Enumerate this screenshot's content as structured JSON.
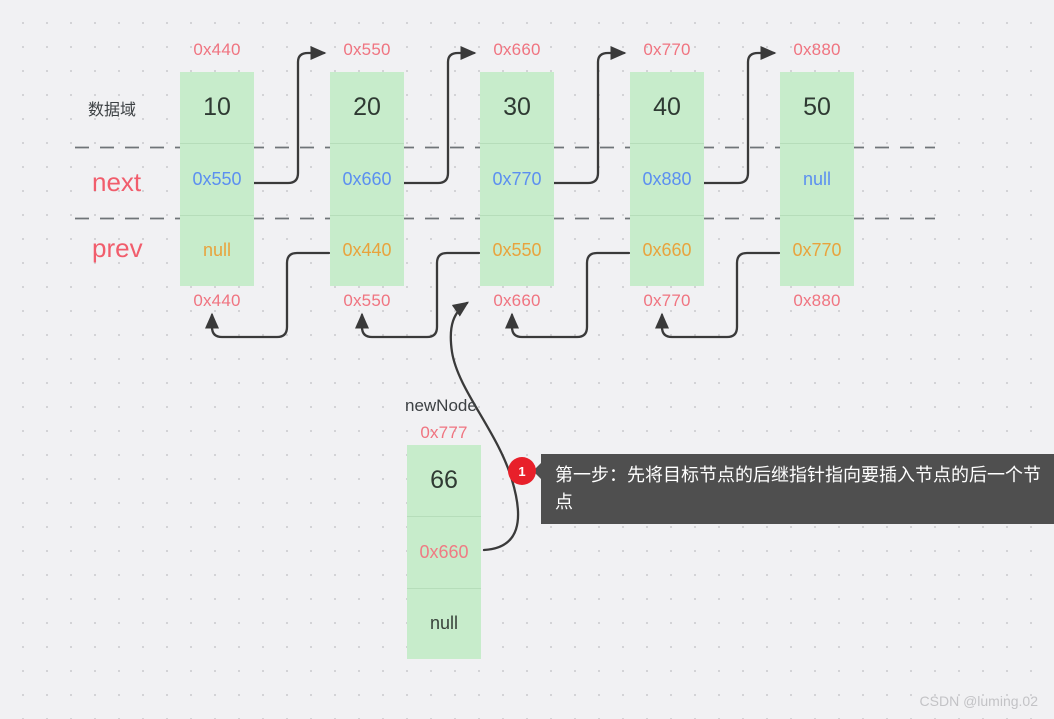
{
  "diagram": {
    "title_watermark": "CSDN @luming.02",
    "row_labels": [
      {
        "id": "data",
        "text": "数据域"
      },
      {
        "id": "next",
        "text": "next"
      },
      {
        "id": "prev",
        "text": "prev"
      }
    ],
    "colors": {
      "node_fill": "#c7eccb",
      "address_label": "#f07480",
      "next_value": "#5b8ff0",
      "prev_value": "#e8a33d",
      "row_label_accent": "#f15d6c",
      "callout_bg": "#4f4f4f",
      "badge": "#e8202a",
      "background": "#f1f1f3"
    },
    "nodes": [
      {
        "addr_top": "0x440",
        "data": "10",
        "next": "0x550",
        "prev": "null",
        "addr_bottom": "0x440"
      },
      {
        "addr_top": "0x550",
        "data": "20",
        "next": "0x660",
        "prev": "0x440",
        "addr_bottom": "0x550"
      },
      {
        "addr_top": "0x660",
        "data": "30",
        "next": "0x770",
        "prev": "0x550",
        "addr_bottom": "0x660"
      },
      {
        "addr_top": "0x770",
        "data": "40",
        "next": "0x880",
        "prev": "0x660",
        "addr_bottom": "0x770"
      },
      {
        "addr_top": "0x880",
        "data": "50",
        "next": "null",
        "prev": "0x770",
        "addr_bottom": "0x880"
      }
    ],
    "new_node": {
      "caption": "newNode",
      "addr_top": "0x777",
      "data": "66",
      "next": "0x660",
      "prev": "null"
    },
    "callout": {
      "number": "1",
      "text": "第一步：先将目标节点的后继指针指向要插入节点的后一个节点"
    }
  }
}
